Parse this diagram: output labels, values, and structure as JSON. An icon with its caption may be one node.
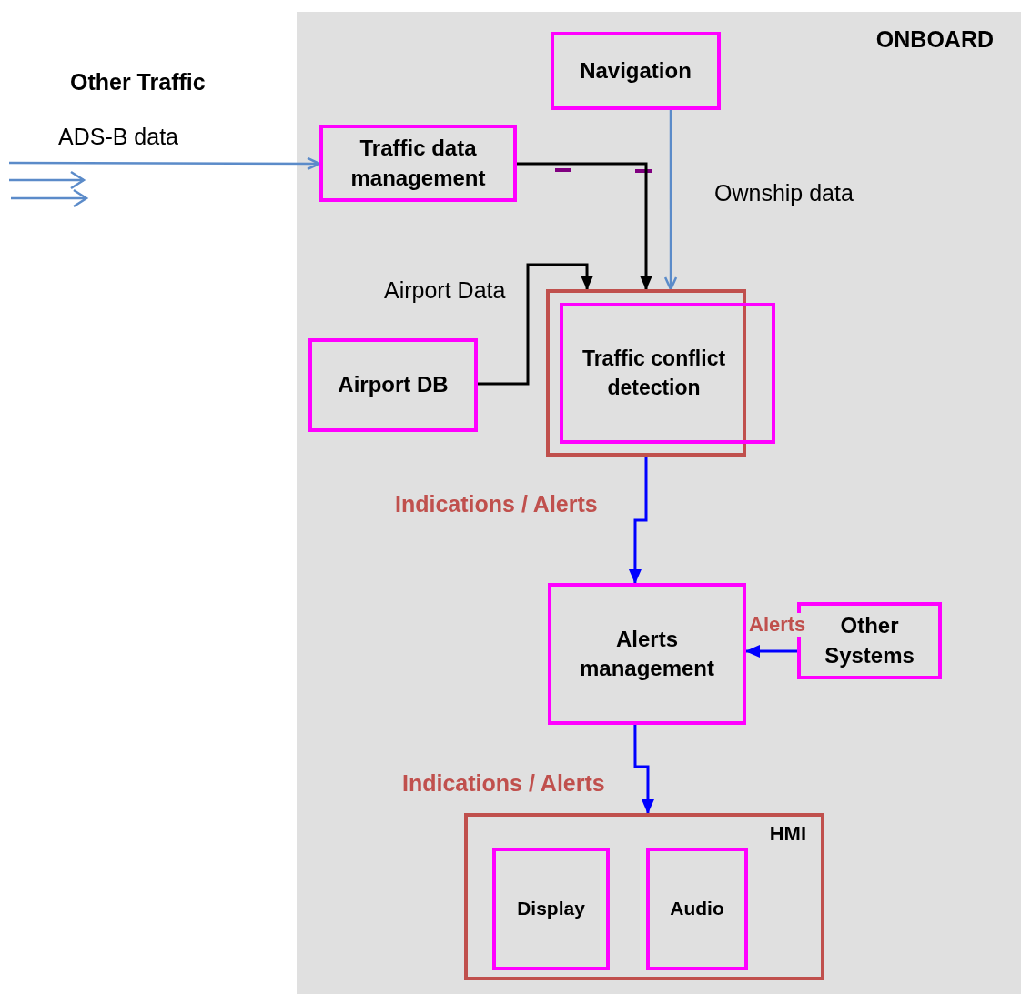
{
  "diagram": {
    "nodes": [
      {
        "text": [
          "ONBOARD"
        ]
      },
      {
        "text": [
          "Navigation"
        ],
        "in": 0
      },
      {
        "text": [
          "Traffic data management"
        ],
        "in": 0
      },
      {
        "text": [
          "Airport DB"
        ],
        "in": 0
      },
      {
        "text": [],
        "shape": "box",
        "in": 0
      },
      {
        "text": [
          "Traffic conflict detection"
        ],
        "in": 0
      },
      {
        "text": [
          "Alerts management"
        ],
        "in": 0
      },
      {
        "text": [
          "Other Systems"
        ],
        "in": 0
      },
      {
        "text": [
          "HMI"
        ],
        "in": 0
      },
      {
        "text": [
          "Display"
        ],
        "in": 8
      },
      {
        "text": [
          "Audio"
        ],
        "in": 8
      }
    ],
    "edges": [
      {
        "from": null,
        "to": 2,
        "arrow": "to",
        "label": "ADS-B data",
        "color": "#5b8bc9"
      },
      {
        "from": 2,
        "to": 4,
        "arrow": "to",
        "color": "#000000"
      },
      {
        "from": 1,
        "to": 4,
        "arrow": "to",
        "label": "Ownship data",
        "color": "#5b8bc9"
      },
      {
        "from": 3,
        "to": 4,
        "arrow": "to",
        "label": "Airport Data",
        "color": "#000000"
      },
      {
        "from": 4,
        "to": 6,
        "arrow": "to",
        "label": "Indications / Alerts"
      },
      {
        "from": 7,
        "to": 6,
        "arrow": "to",
        "label": "Alerts"
      },
      {
        "from": 6,
        "to": 8,
        "arrow": "to",
        "label": "Indications / Alerts"
      }
    ],
    "labels": [
      "Other Traffic"
    ]
  }
}
